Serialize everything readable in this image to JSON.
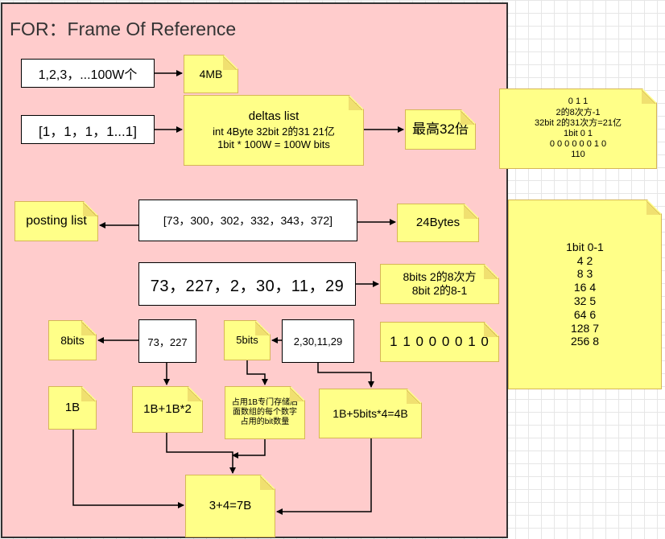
{
  "title": "FOR：Frame Of Reference",
  "nodes": {
    "list_1_to_100w": "1,2,3，...100W个",
    "size_4mb": "4MB",
    "ones_list": "[1，1，1，1...1]",
    "deltas_list": {
      "heading": "deltas list",
      "lines": [
        "int 4Byte 32bit  2的31 21亿",
        "1bit * 100W = 100W bits"
      ]
    },
    "max_32x": "最高32倍",
    "binary_note": [
      "0 1 1",
      "2的8次方-1",
      "32bit 2的31次方=21亿",
      "1bit 0 1",
      "0 0 0 0 0 0 1 0",
      "110"
    ],
    "posting_list_label": "posting list",
    "posting_values": "[73，300，302，332，343，372]",
    "size_24bytes": "24Bytes",
    "bit_table": [
      "1bit  0-1",
      "4 2",
      "8  3",
      "16 4",
      "32 5",
      "64 6",
      "128 7",
      "256 8"
    ],
    "delta_values": "73，227，2，30，11，29",
    "bits_note": [
      "8bits 2的8次方",
      "8bit  2的8-1"
    ],
    "label_8bits": "8bits",
    "group_a": "73，227",
    "label_5bits": "5bits",
    "group_b": "2,30,11,29",
    "binary_11000010": "1 1 0 0 0 0 1 0",
    "size_1b": "1B",
    "calc_a": "1B+1B*2",
    "storage_note": [
      "占用1B专门存储后",
      "面数组的每个数字",
      "占用的bit数量"
    ],
    "calc_b": "1B+5bits*4=4B",
    "total": "3+4=7B"
  },
  "colors": {
    "frame_fill": "#ffcccc",
    "note_fill": "#ffff88",
    "note_border": "#d6b656"
  }
}
